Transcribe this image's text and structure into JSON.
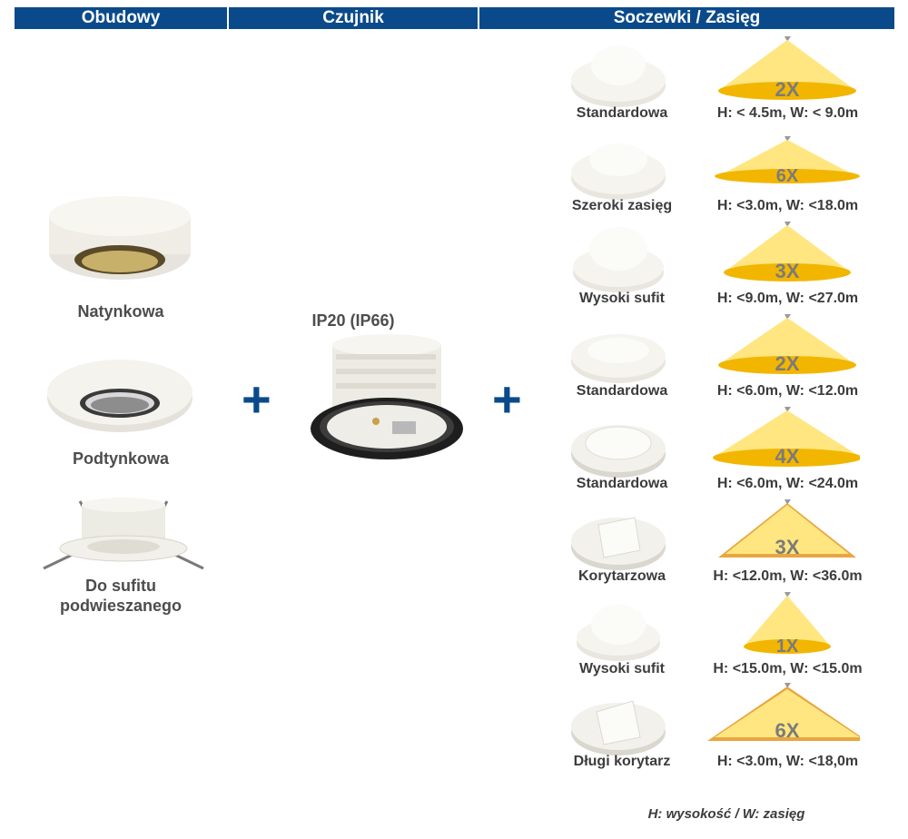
{
  "headers": {
    "housings": "Obudowy",
    "sensor": "Czujnik",
    "lenses": "Soczewki / Zasięg"
  },
  "housings": [
    {
      "label": "Natynkowa"
    },
    {
      "label": "Podtynkowa"
    },
    {
      "label_line1": "Do sufitu",
      "label_line2": "podwieszanego"
    }
  ],
  "sensor": {
    "label": "IP20 (IP66)"
  },
  "plus_symbol": "+",
  "lenses": [
    {
      "name": "Standardowa",
      "range": "H: < 4.5m, W: < 9.0m",
      "factor": "2X"
    },
    {
      "name": "Szeroki zasięg",
      "range": "H: <3.0m, W: <18.0m",
      "factor": "6X"
    },
    {
      "name": "Wysoki sufit",
      "range": "H: <9.0m, W: <27.0m",
      "factor": "3X"
    },
    {
      "name": "Standardowa",
      "range": "H: <6.0m, W: <12.0m",
      "factor": "2X"
    },
    {
      "name": "Standardowa",
      "range": "H: <6.0m, W: <24.0m",
      "factor": "4X"
    },
    {
      "name": "Korytarzowa",
      "range": "H: <12.0m, W: <36.0m",
      "factor": "3X"
    },
    {
      "name": "Wysoki sufit",
      "range": "H: <15.0m, W: <15.0m",
      "factor": "1X"
    },
    {
      "name": "Długi korytarz",
      "range": "H: <3.0m, W: <18,0m",
      "factor": "6X"
    }
  ],
  "legend": "H: wysokość / W: zasięg",
  "colors": {
    "header_bg": "#0a4a8a",
    "plus": "#0a4a8a",
    "cone_fill": "#ffe680",
    "cone_base": "#f2b600"
  }
}
